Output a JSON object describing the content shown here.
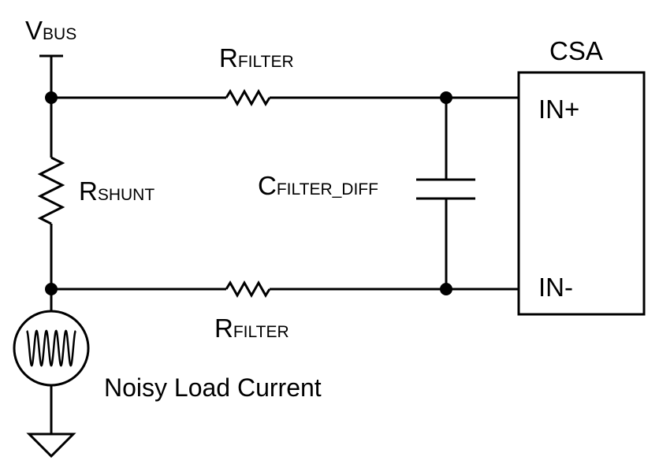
{
  "labels": {
    "vbus": {
      "main": "V",
      "sub": "BUS"
    },
    "r_filter_top": {
      "main": "R",
      "sub": "FILTER"
    },
    "r_filter_bottom": {
      "main": "R",
      "sub": "FILTER"
    },
    "r_shunt": {
      "main": "R",
      "sub": "SHUNT"
    },
    "c_filter_diff": {
      "main": "C",
      "sub": "FILTER_DIFF"
    },
    "csa_title": "CSA",
    "in_plus": "IN+",
    "in_minus": "IN-",
    "noisy_load": "Noisy Load Current"
  },
  "colors": {
    "stroke": "#000000",
    "background": "#ffffff"
  }
}
